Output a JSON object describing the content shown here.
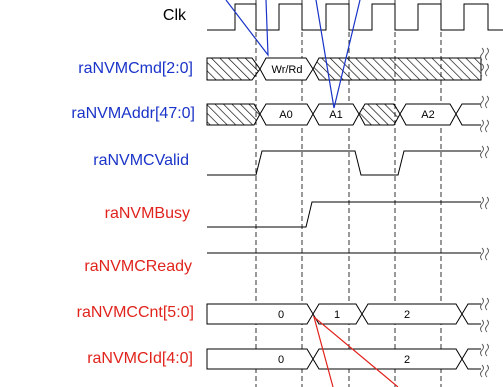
{
  "colors": {
    "blue_label": "#1a33c8",
    "red_label": "#e0231c",
    "black_label": "#000000",
    "wave": "#000000",
    "hatch": "#000000"
  },
  "signals": [
    {
      "label": "Clk",
      "color": "black"
    },
    {
      "label": "raNVMCmd[2:0]",
      "color": "blue"
    },
    {
      "label": "raNVMAddr[47:0]",
      "color": "blue"
    },
    {
      "label": "raNVMCValid",
      "color": "blue"
    },
    {
      "label": "raNVMBusy",
      "color": "red"
    },
    {
      "label": "raNVMCReady",
      "color": "red"
    },
    {
      "label": "raNVMCCnt[5:0]",
      "color": "red"
    },
    {
      "label": "raNVMCId[4:0]",
      "color": "red"
    }
  ],
  "bus_values": {
    "cmd": [
      "Wr/Rd"
    ],
    "addr": [
      "A0",
      "A1",
      "A2"
    ],
    "cnt": [
      "0",
      "1",
      "2"
    ],
    "id": [
      "0",
      "2"
    ]
  }
}
